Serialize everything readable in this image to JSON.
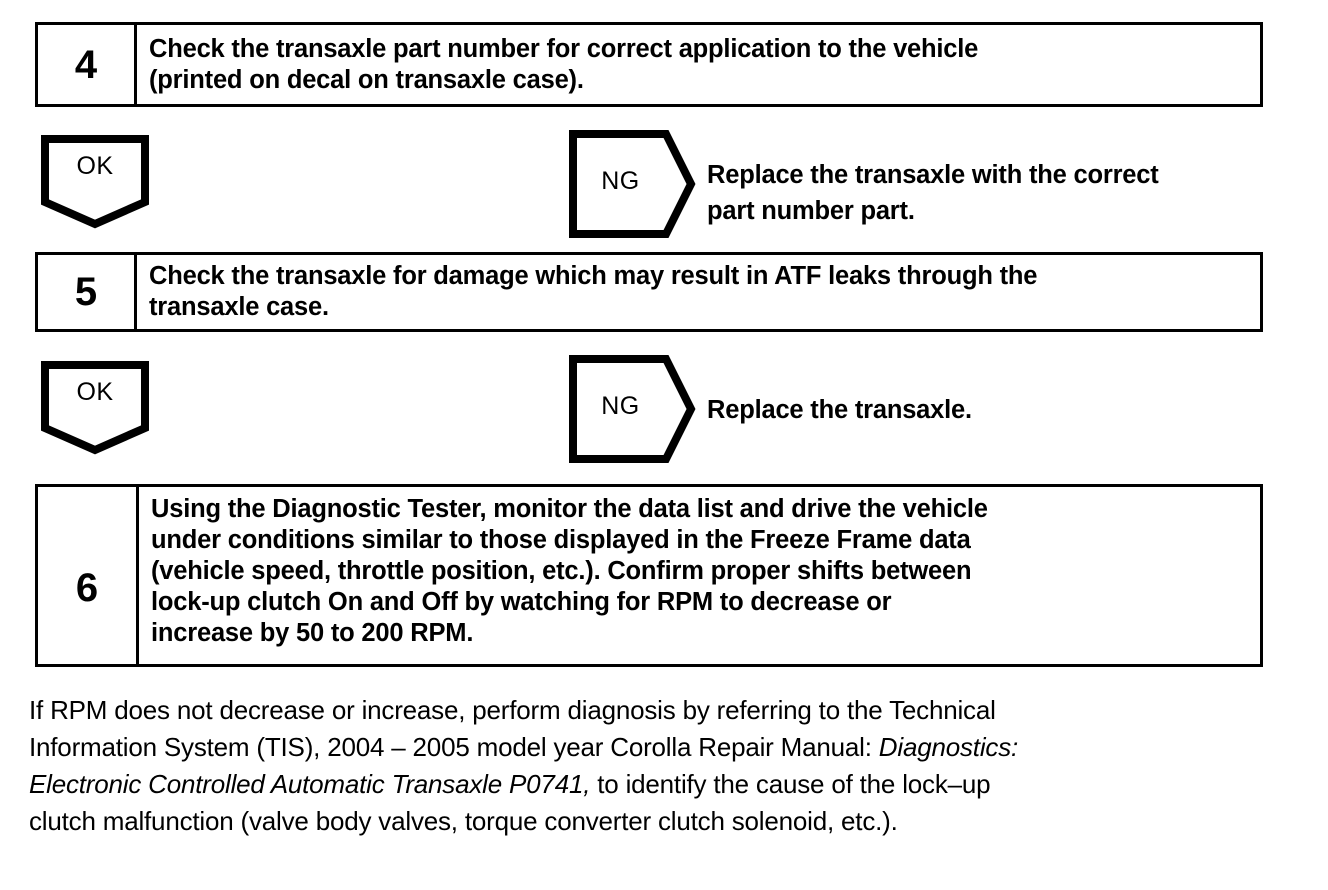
{
  "document": {
    "type": "diagnostic-flowchart",
    "title": "Transaxle Diagnostic Procedure Steps 4-6",
    "colors": {
      "ink": "#000000",
      "paper": "#ffffff"
    }
  },
  "steps": [
    {
      "number": "4",
      "lines": [
        "Check the transaxle part number for correct application to the vehicle",
        "(printed on decal on transaxle case)."
      ]
    },
    {
      "number": "5",
      "lines": [
        "Check the transaxle for damage which may result in ATF leaks through the",
        "transaxle case."
      ]
    },
    {
      "number": "6",
      "lines": [
        "Using the Diagnostic Tester, monitor the data list and drive the vehicle",
        "under conditions similar to those displayed in the Freeze Frame data",
        "(vehicle speed, throttle position, etc.).  Confirm proper shifts between",
        "lock-up clutch On and Off by watching for RPM to decrease or",
        "increase by 50 to 200 RPM."
      ]
    }
  ],
  "branches": [
    {
      "ok_label": "OK",
      "ng_label": "NG",
      "ng_result_lines": [
        "Replace the transaxle with the correct",
        "part number part."
      ]
    },
    {
      "ok_label": "OK",
      "ng_label": "NG",
      "ng_result_lines": [
        "Replace the transaxle."
      ]
    }
  ],
  "footnote": {
    "lines": [
      {
        "plain1": "If RPM does not decrease or increase, perform diagnosis by referring to the Technical",
        "italic": "",
        "plain2": ""
      },
      {
        "plain1": "Information System (TIS), 2004 – 2005 model year Corolla Repair Manual: ",
        "italic": "Diagnostics:",
        "plain2": ""
      },
      {
        "plain1": "",
        "italic": "Electronic Controlled Automatic Transaxle P0741,",
        "plain2": " to identify the cause of the lock–up"
      },
      {
        "plain1": "clutch malfunction (valve body valves, torque converter clutch solenoid, etc.).",
        "italic": "",
        "plain2": ""
      }
    ]
  }
}
